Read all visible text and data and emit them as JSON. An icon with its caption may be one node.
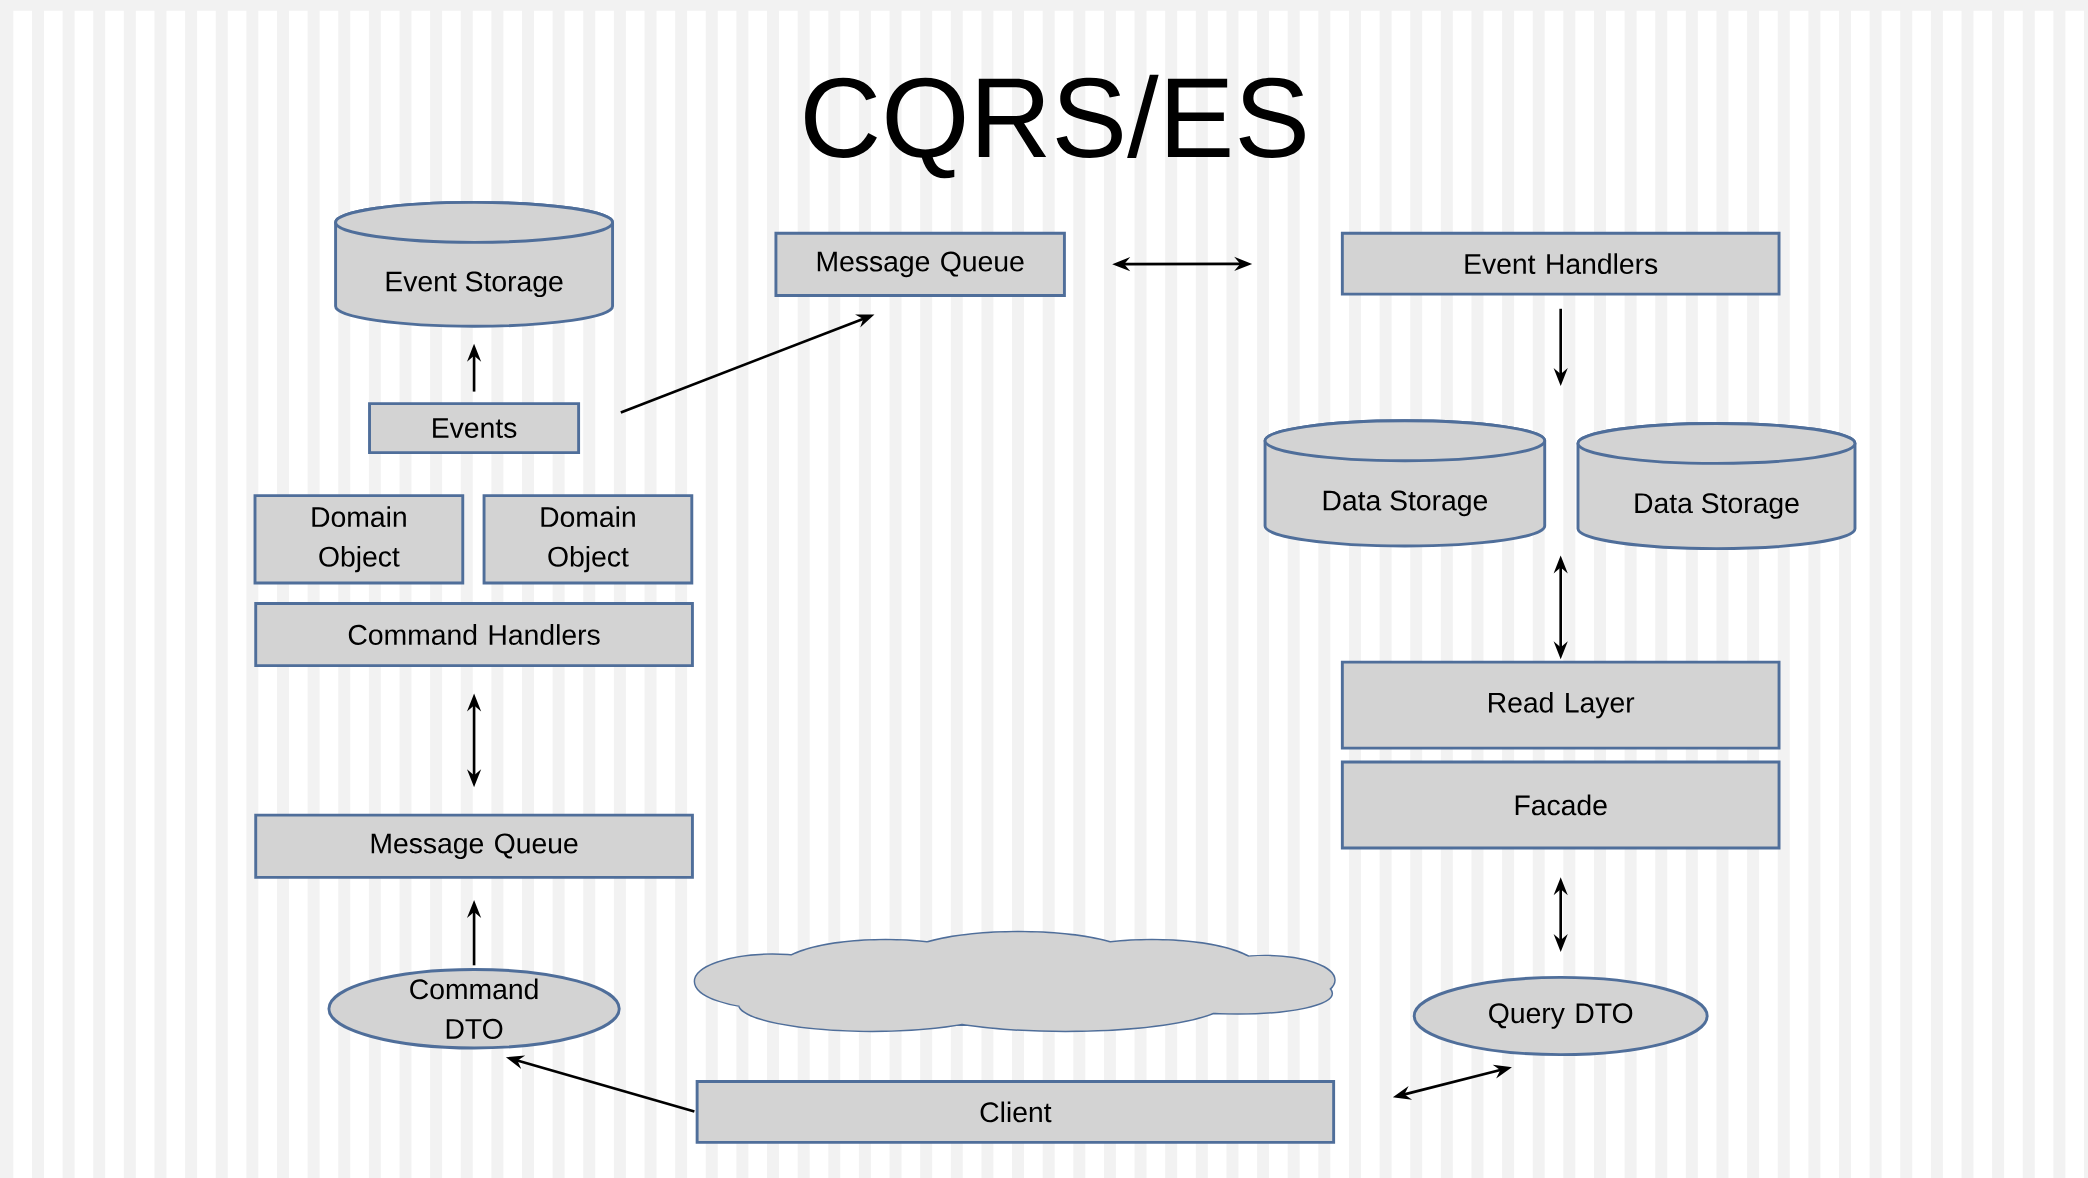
{
  "diagram": {
    "title": "CQRS/ES",
    "nodes": [
      {
        "text": [
          "Event Storage"
        ]
      },
      {
        "text": [
          "Message Queue"
        ]
      },
      {
        "text": [
          "Event Handlers"
        ]
      },
      {
        "text": [
          "Events"
        ]
      },
      {
        "text": [
          "Domain Object"
        ]
      },
      {
        "text": [
          "Domain Object"
        ]
      },
      {
        "text": [
          "Command Handlers"
        ]
      },
      {
        "text": [
          "Data Storage"
        ]
      },
      {
        "text": [
          "Data Storage"
        ]
      },
      {
        "text": [
          "Read Layer"
        ]
      },
      {
        "text": [
          "Facade"
        ]
      },
      {
        "text": [
          "Message Queue"
        ]
      },
      {
        "text": [],
        "shape": "cloud"
      },
      {
        "text": [
          "Command DTO"
        ]
      },
      {
        "text": [
          "Query DTO"
        ]
      },
      {
        "text": [
          "Client"
        ]
      }
    ],
    "edges": [
      {
        "from": 3,
        "to": 0,
        "arrow": "to"
      },
      {
        "from": 3,
        "to": 1,
        "arrow": "to"
      },
      {
        "from": 1,
        "to": 2,
        "arrow": "both"
      },
      {
        "from": 2,
        "to": null,
        "arrow": "to"
      },
      {
        "from": null,
        "to": 9,
        "arrow": "both"
      },
      {
        "from": 6,
        "to": 11,
        "arrow": "both"
      },
      {
        "from": 13,
        "to": 11,
        "arrow": "to"
      },
      {
        "from": 10,
        "to": 14,
        "arrow": "both"
      },
      {
        "from": 15,
        "to": 13,
        "arrow": "to"
      },
      {
        "from": 15,
        "to": 14,
        "arrow": "both"
      }
    ]
  }
}
